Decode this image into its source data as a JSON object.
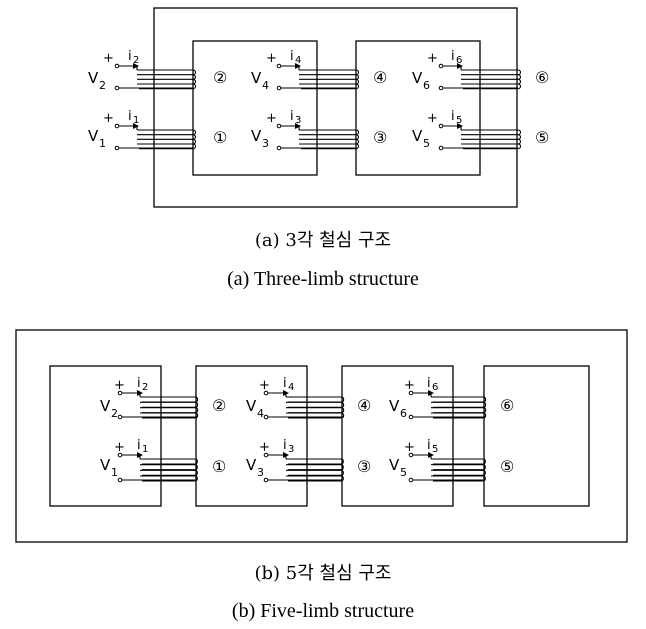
{
  "diagram_a": {
    "caption_ko": "(a) 3각 철심 구조",
    "caption_en": "(a) Three-limb structure"
  },
  "diagram_b": {
    "caption_ko": "(b) 5각 철심 구조",
    "caption_en": "(b) Five-limb structure"
  },
  "windings": [
    {
      "circle": "①",
      "v": "V",
      "v_sub": "1",
      "i": "i",
      "i_sub": "1",
      "plus": "+"
    },
    {
      "circle": "②",
      "v": "V",
      "v_sub": "2",
      "i": "i",
      "i_sub": "2",
      "plus": "+"
    },
    {
      "circle": "③",
      "v": "V",
      "v_sub": "3",
      "i": "i",
      "i_sub": "3",
      "plus": "+"
    },
    {
      "circle": "④",
      "v": "V",
      "v_sub": "4",
      "i": "i",
      "i_sub": "4",
      "plus": "+"
    },
    {
      "circle": "⑤",
      "v": "V",
      "v_sub": "5",
      "i": "i",
      "i_sub": "5",
      "plus": "+"
    },
    {
      "circle": "⑥",
      "v": "V",
      "v_sub": "6",
      "i": "i",
      "i_sub": "6",
      "plus": "+"
    }
  ]
}
